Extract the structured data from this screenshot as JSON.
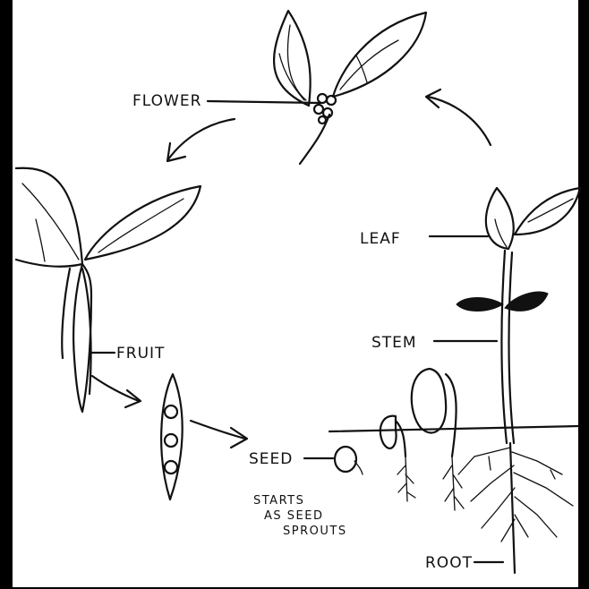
{
  "labels": {
    "flower": "FLOWER",
    "fruit": "FRUIT",
    "seed": "SEED",
    "leaf": "LEAF",
    "stem": "STEM",
    "root": "ROOT",
    "caption_line1": "STARTS",
    "caption_line2": "AS SEED",
    "caption_line3": "SPROUTS"
  }
}
